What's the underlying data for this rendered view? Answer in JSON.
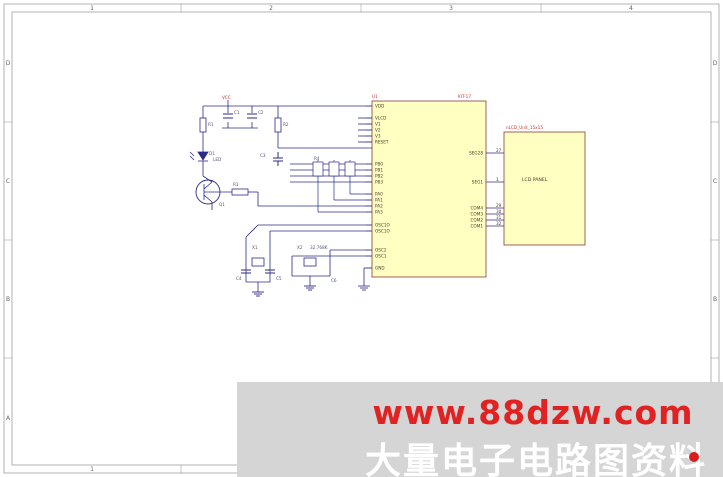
{
  "sheet": {
    "col_labels": [
      "1",
      "2",
      "3",
      "4"
    ],
    "row_labels": [
      "D",
      "C",
      "B",
      "A"
    ]
  },
  "schematic": {
    "vcc": "VCC",
    "ic_ref": "U1",
    "ic_part": "KIT-17",
    "ic_left_pins": [
      "VDD",
      "VLCD",
      "V1",
      "V2",
      "V3",
      "RESET",
      "PB0",
      "PB1",
      "PB2",
      "PB3",
      "PA0",
      "PA1",
      "PA2",
      "PA3",
      "OSC1O",
      "OSC1O",
      "OSC2",
      "OSC1",
      "GND"
    ],
    "ic_right_pins": [
      "SEG28",
      "SEG1",
      "COM4",
      "COM3",
      "COM2",
      "COM1"
    ],
    "ic_right_nums": [
      "27",
      "1",
      "29",
      "30",
      "31",
      "32"
    ],
    "lcd_ref": "nLCD_Unit_15x15",
    "lcd_name": "LCD PANEL",
    "components": {
      "r1": "R1",
      "r2": "R2",
      "r3": "R3",
      "r4": "R4",
      "c1": "C1",
      "c2": "C2",
      "c3": "C3",
      "c4": "C4",
      "c5": "C5",
      "c6": "C6",
      "d1": "D1",
      "led": "LED",
      "q1": "Q1",
      "x1": "X1",
      "x2": "X2",
      "x2_val": "32.768K"
    }
  },
  "watermark": {
    "url": "www.88dzw.com",
    "cn": "大量电子电路图资料"
  },
  "colors": {
    "wire": "#2b2b8a",
    "ic_fill": "#ffffc2",
    "ic_border": "#8b3a3a",
    "border": "#999999",
    "watermark_red": "#e02222"
  }
}
